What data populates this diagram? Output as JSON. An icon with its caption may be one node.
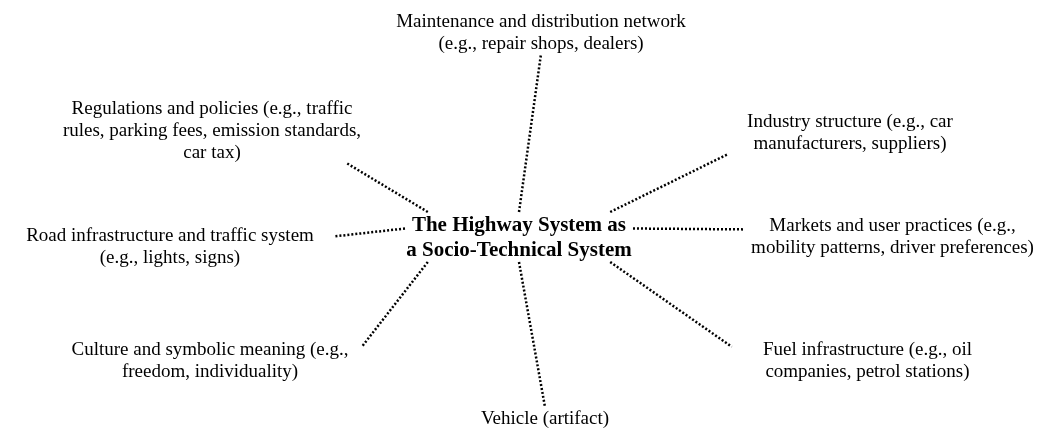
{
  "diagram": {
    "nodes": [
      {
        "text": [
          "The Highway System as a Socio-Technical System"
        ]
      },
      {
        "text": [
          "Maintenance and distribution network (e.g., repair shops, dealers)"
        ]
      },
      {
        "text": [
          "Regulations and policies (e.g., traffic rules, parking fees, emission standards, car tax)"
        ]
      },
      {
        "text": [
          "Industry structure (e.g., car manufacturers, suppliers)"
        ]
      },
      {
        "text": [
          "Road infrastructure and traffic system (e.g., lights, signs)"
        ]
      },
      {
        "text": [
          "Markets and user practices (e.g., mobility patterns, driver preferences)"
        ]
      },
      {
        "text": [
          "Culture and symbolic meaning (e.g., freedom, individuality)"
        ]
      },
      {
        "text": [
          "Fuel infrastructure (e.g., oil companies, petrol stations)"
        ]
      },
      {
        "text": [
          "Vehicle (artifact)"
        ]
      }
    ],
    "edges": [
      {
        "from": 0,
        "to": 1,
        "arrow": "none",
        "style": "dashed"
      },
      {
        "from": 0,
        "to": 2,
        "arrow": "none",
        "style": "dashed"
      },
      {
        "from": 0,
        "to": 3,
        "arrow": "none",
        "style": "dashed"
      },
      {
        "from": 0,
        "to": 4,
        "arrow": "none",
        "style": "dashed"
      },
      {
        "from": 0,
        "to": 5,
        "arrow": "none",
        "style": "dashed"
      },
      {
        "from": 0,
        "to": 6,
        "arrow": "none",
        "style": "dashed"
      },
      {
        "from": 0,
        "to": 7,
        "arrow": "none",
        "style": "dashed"
      },
      {
        "from": 0,
        "to": 8,
        "arrow": "none",
        "style": "dashed"
      }
    ]
  }
}
